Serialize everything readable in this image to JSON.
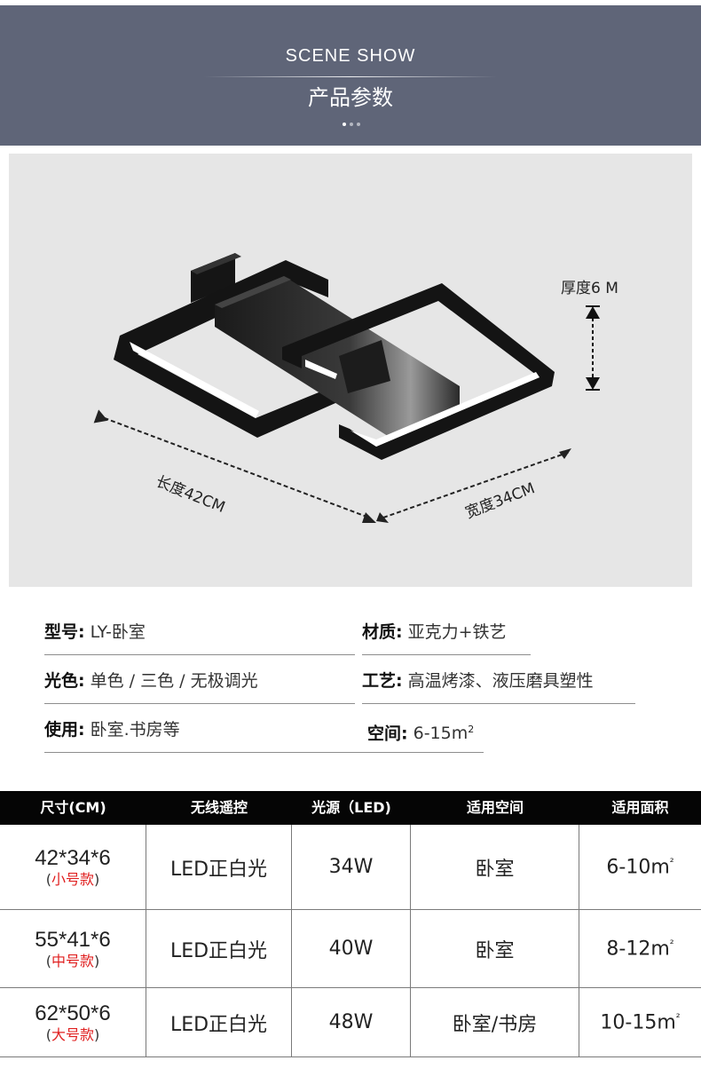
{
  "header": {
    "title_en": "SCENE SHOW",
    "title_cn": "产品参数"
  },
  "figure": {
    "thickness_label": "厚度6 M",
    "length_label": "长度42CM",
    "width_label": "宽度34CM"
  },
  "specs": [
    {
      "key": "型号:",
      "value": "LY-卧室"
    },
    {
      "key": "材质:",
      "value": "亚克力+铁艺"
    },
    {
      "key": "光色:",
      "value": "单色 / 三色 / 无极调光"
    },
    {
      "key": "工艺:",
      "value": "高温烤漆、液压磨具塑性"
    },
    {
      "key": "使用:",
      "value": "卧室.书房等"
    },
    {
      "key": "空间:",
      "value": "6-15m",
      "sup": "2"
    }
  ],
  "table": {
    "headers": [
      "尺寸(CM)",
      "无线遥控",
      "光源（LED)",
      "适用空间",
      "适用面积"
    ],
    "rows": [
      {
        "size": "42*34*6",
        "model_open": "(",
        "model": "小号款",
        "model_close": ")",
        "remote": "LED正白光",
        "power": "34W",
        "room": "卧室",
        "area": "6-10m",
        "area_sup": "²"
      },
      {
        "size": "55*41*6",
        "model_open": "(",
        "model": "中号款",
        "model_close": ")",
        "remote": "LED正白光",
        "power": "40W",
        "room": "卧室",
        "area": "8-12m",
        "area_sup": "²"
      },
      {
        "size": "62*50*6",
        "model_open": "(",
        "model": "大号款",
        "model_close": ")",
        "remote": "LED正白光",
        "power": "48W",
        "room": "卧室/书房",
        "area": "10-15m",
        "area_sup": "²"
      }
    ]
  },
  "colors": {
    "banner": "#5f6578",
    "figure_bg": "#e6e6e6",
    "table_header": "#050505",
    "model_accent": "#e02020"
  }
}
